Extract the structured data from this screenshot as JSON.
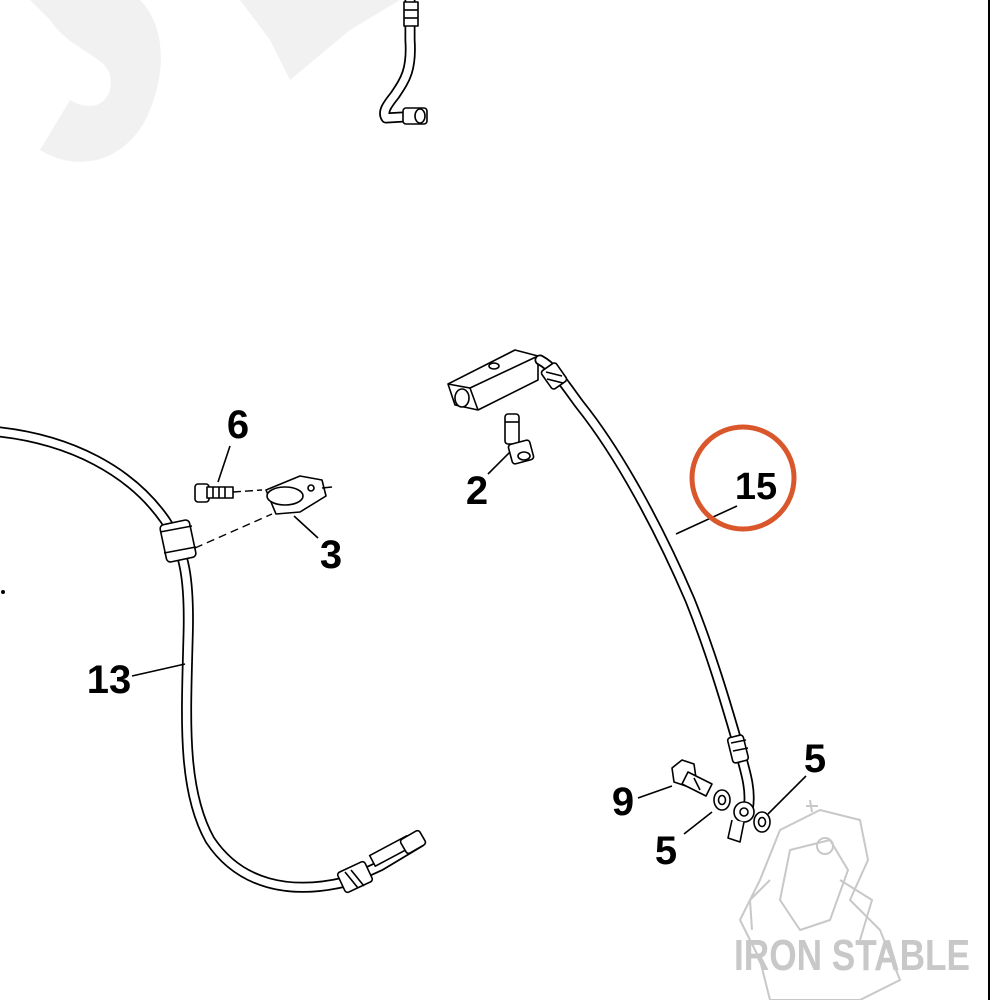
{
  "diagram": {
    "callouts": [
      {
        "id": "6",
        "text": "6"
      },
      {
        "id": "2",
        "text": "2"
      },
      {
        "id": "15",
        "text": "15"
      },
      {
        "id": "3",
        "text": "3"
      },
      {
        "id": "13",
        "text": "13"
      },
      {
        "id": "5a",
        "text": "5"
      },
      {
        "id": "9",
        "text": "9"
      },
      {
        "id": "5b",
        "text": "5"
      }
    ],
    "highlight": {
      "target": "15",
      "color": "#d9572b"
    },
    "watermark": {
      "text": "IRON STABLE",
      "color": "#c8c8c8"
    }
  }
}
